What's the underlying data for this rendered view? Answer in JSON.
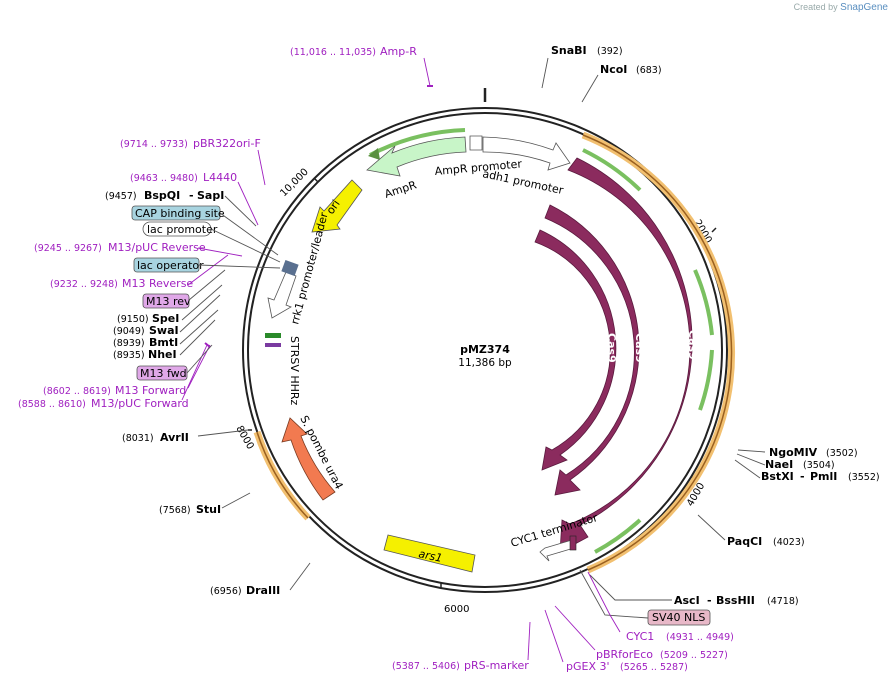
{
  "credit": {
    "prefix": "Created by",
    "brand": "SnapGene"
  },
  "plasmid": {
    "name": "pMZ374",
    "size": "11,386 bp"
  },
  "ticks": [
    "10,000",
    "2000",
    "4000",
    "6000",
    "8000"
  ],
  "enzymes": [
    {
      "name": "SnaBI",
      "pos": "(392)"
    },
    {
      "name": "NcoI",
      "pos": "(683)"
    },
    {
      "name": "NgoMIV",
      "pos": "(3502)"
    },
    {
      "name": "NaeI",
      "pos": "(3504)"
    },
    {
      "name": "BstXI",
      "name2": "PmlI",
      "pos": "(3552)"
    },
    {
      "name": "PaqCI",
      "pos": "(4023)"
    },
    {
      "name": "AscI",
      "name2": "BssHII",
      "pos": "(4718)"
    },
    {
      "name": "DraIII",
      "pos": "(6956)"
    },
    {
      "name": "StuI",
      "pos": "(7568)"
    },
    {
      "name": "AvrII",
      "pos": "(8031)"
    },
    {
      "name": "NheI",
      "pos": "(8935)"
    },
    {
      "name": "BmtI",
      "pos": "(8939)"
    },
    {
      "name": "SwaI",
      "pos": "(9049)"
    },
    {
      "name": "SpeI",
      "pos": "(9150)"
    },
    {
      "name": "BspQI",
      "name2": "SapI",
      "pos": "(9457)"
    }
  ],
  "primers": [
    {
      "name": "Amp-R",
      "pos": "(11,016 .. 11,035)"
    },
    {
      "name": "pBR322ori-F",
      "pos": "(9714 .. 9733)"
    },
    {
      "name": "L4440",
      "pos": "(9463 .. 9480)"
    },
    {
      "name": "M13/pUC Reverse",
      "pos": "(9245 .. 9267)"
    },
    {
      "name": "M13 Reverse",
      "pos": "(9232 .. 9248)"
    },
    {
      "name": "M13 Forward",
      "pos": "(8602 .. 8619)"
    },
    {
      "name": "M13/pUC Forward",
      "pos": "(8588 .. 8610)"
    },
    {
      "name": "CYC1",
      "pos": "(4931 .. 4949)"
    },
    {
      "name": "pBRforEco",
      "pos": "(5209 .. 5227)"
    },
    {
      "name": "pGEX 3'",
      "pos": "(5265 .. 5287)"
    },
    {
      "name": "pRS-marker",
      "pos": "(5387 .. 5406)"
    }
  ],
  "boxes": {
    "cap": "CAP binding site",
    "lac_promoter": "lac promoter",
    "lac_operator": "lac operator",
    "m13rev": "M13 rev",
    "m13fwd": "M13 fwd",
    "sv40": "SV40 NLS"
  },
  "features": {
    "ampr": "AmpR",
    "ampr_promoter": "AmpR promoter",
    "adh1": "adh1 promoter",
    "ori": "ori",
    "rrk1": "rrk1 promoter/leader",
    "strsv": "STRSV HHRz",
    "ura4": "S. pombe ura4",
    "ars1": "ars1",
    "cyc1term": "CYC1 terminator",
    "cas9": "Cas9"
  },
  "colors": {
    "cas9": "#8b2b5e",
    "ampr": "#c8f5c8",
    "ori": "#f5f000",
    "ars1": "#f5f000",
    "ura4": "#f27a50",
    "primer": "#a020c0",
    "cap_box": "#a8d4e0",
    "m13_box": "#e0a8e8",
    "sv40_box": "#e8b8c8"
  }
}
